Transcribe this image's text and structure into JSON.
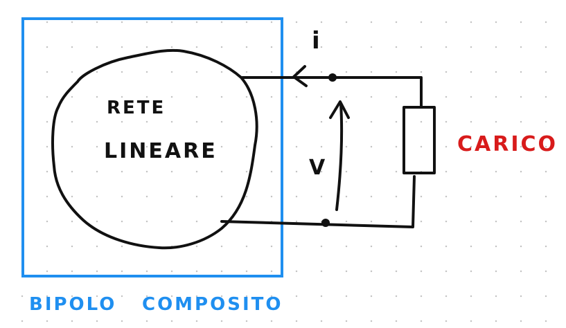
{
  "diagram": {
    "network_label_line1": "RETE",
    "network_label_line2": "LINEARE",
    "current_label": "i",
    "voltage_label": "V",
    "load_label": "CARICO",
    "box_label_left": "BIPOLO",
    "box_label_right": "COMPOSITO"
  },
  "colors": {
    "ink": "#111111",
    "box": "#1f8ff0",
    "load": "#d81b1b"
  }
}
